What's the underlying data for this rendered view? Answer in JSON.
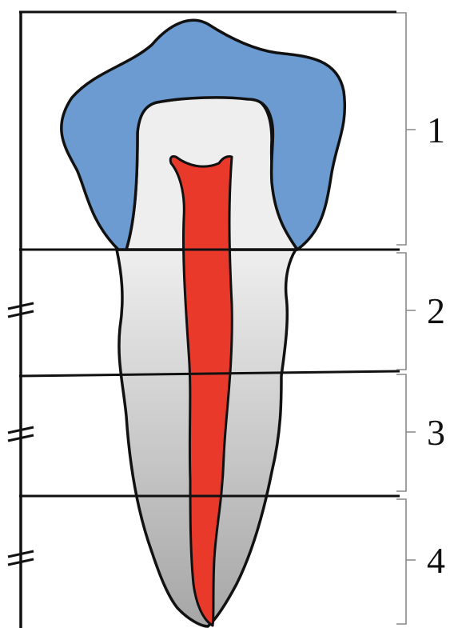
{
  "diagram": {
    "colors": {
      "enamel": "#6b9bd1",
      "dentin_light": "#eeeeee",
      "dentin_dark": "#a6a6a6",
      "pulp": "#e8392a",
      "outline": "#111111",
      "bracket": "#888888"
    },
    "sections": [
      {
        "label": "1"
      },
      {
        "label": "2"
      },
      {
        "label": "3"
      },
      {
        "label": "4"
      }
    ],
    "break_marks": [
      {
        "section": "2",
        "icon": "break-mark-icon"
      },
      {
        "section": "3",
        "icon": "break-mark-icon"
      },
      {
        "section": "4",
        "icon": "break-mark-icon"
      }
    ]
  }
}
